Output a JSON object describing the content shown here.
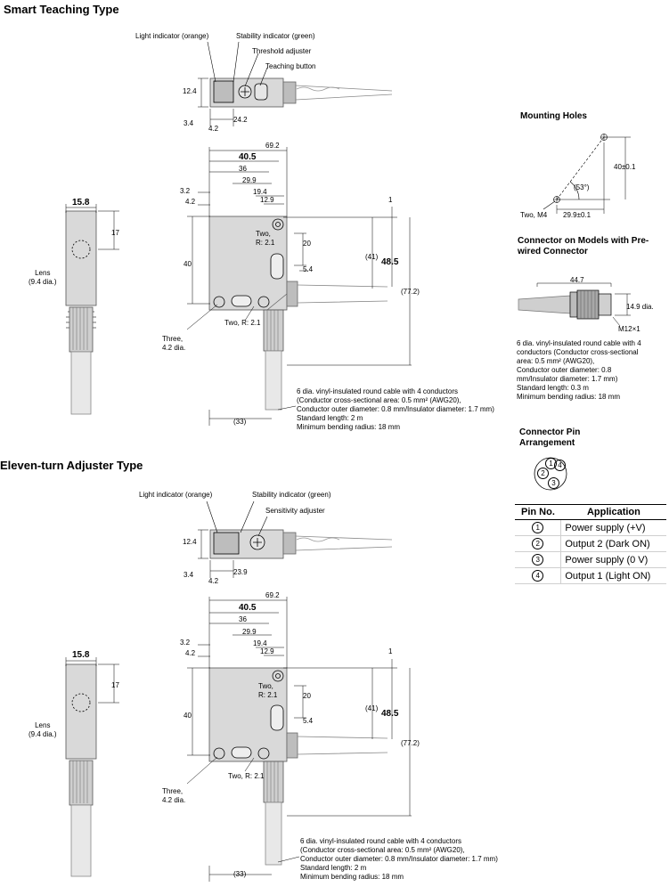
{
  "section1": {
    "title": "Smart Teaching Type",
    "top_view": {
      "light_indicator": "Light indicator (orange)",
      "stability_indicator": "Stability indicator (green)",
      "threshold_adjuster": "Threshold adjuster",
      "teaching_button": "Teaching button",
      "dims": [
        "12.4",
        "3.4",
        "4.2",
        "24.2"
      ]
    },
    "front_view": {
      "dims": [
        "69.2",
        "40.5",
        "36",
        "29.9",
        "19.4",
        "12.9",
        "3.2",
        "4.2",
        "40",
        "20",
        "5.4",
        "(41)",
        "48.5",
        "(77.2)",
        "1",
        "(33)"
      ],
      "two_r_upper": "Two,\nR: 2.1",
      "two_r_lower": "Two, R: 2.1",
      "three_holes": "Three,\n4.2 dia.",
      "cable_note": [
        "6 dia. vinyl-insulated round cable with 4 conductors",
        "(Conductor cross-sectional area: 0.5 mm² (AWG20),",
        "Conductor outer diameter: 0.8 mm/Insulator diameter: 1.7 mm)",
        "Standard length: 2 m",
        "Minimum bending radius: 18 mm"
      ]
    },
    "side_view": {
      "width": "15.8",
      "height": "17",
      "lens": "Lens\n(9.4 dia.)"
    }
  },
  "section2": {
    "title": "Eleven-turn Adjuster Type",
    "top_view": {
      "light_indicator": "Light indicator (orange)",
      "stability_indicator": "Stability indicator (green)",
      "sensitivity_adjuster": "Sensitivity adjuster",
      "dims": [
        "12.4",
        "3.4",
        "4.2",
        "23.9"
      ]
    },
    "front_view": {
      "dims": [
        "69.2",
        "40.5",
        "36",
        "29.9",
        "19.4",
        "12.9",
        "3.2",
        "4.2",
        "40",
        "20",
        "5.4",
        "(41)",
        "48.5",
        "(77.2)",
        "1",
        "(33)"
      ],
      "two_r_upper": "Two,\nR: 2.1",
      "two_r_lower": "Two, R: 2.1",
      "three_holes": "Three,\n4.2 dia.",
      "cable_note": [
        "6 dia. vinyl-insulated round cable with 4 conductors",
        "(Conductor cross-sectional area: 0.5 mm² (AWG20),",
        "Conductor outer diameter: 0.8 mm/Insulator diameter: 1.7 mm)",
        "Standard length: 2 m",
        "Minimum bending radius: 18 mm"
      ]
    },
    "side_view": {
      "width": "15.8",
      "height": "17",
      "lens": "Lens\n(9.4 dia.)"
    }
  },
  "mounting_holes": {
    "title": "Mounting Holes",
    "dims": [
      "40±0.1",
      "(53°)",
      "29.9±0.1"
    ],
    "holes": "Two, M4"
  },
  "connector_models": {
    "title": "Connector on Models with Pre-wired Connector",
    "dims": [
      "44.7",
      "14.9 dia.",
      "M12×1"
    ],
    "note": [
      "6 dia. vinyl-insulated round cable with 4",
      "conductors (Conductor cross-sectional",
      "area: 0.5 mm² (AWG20),",
      "Conductor outer diameter: 0.8",
      "mm/Insulator diameter: 1.7 mm)",
      "Standard length: 0.3 m",
      "Minimum bending radius: 18 mm"
    ]
  },
  "pin_arrangement": {
    "title": "Connector Pin Arrangement",
    "pins": [
      "1",
      "2",
      "3",
      "4"
    ]
  },
  "pin_table": {
    "headers": [
      "Pin No.",
      "Application"
    ],
    "rows": [
      {
        "pin": "1",
        "application": "Power supply (+V)"
      },
      {
        "pin": "2",
        "application": "Output 2 (Dark ON)"
      },
      {
        "pin": "3",
        "application": "Power supply (0 V)"
      },
      {
        "pin": "4",
        "application": "Output 1 (Light ON)"
      }
    ]
  }
}
